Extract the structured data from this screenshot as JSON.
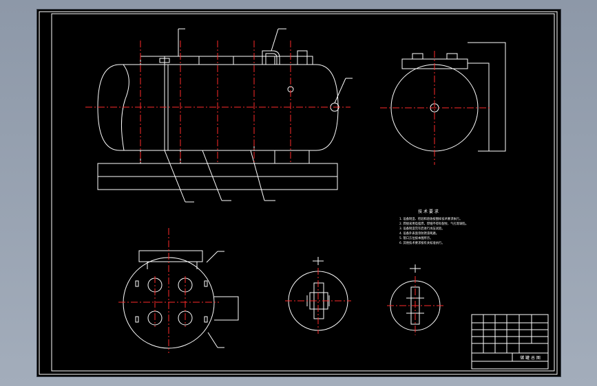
{
  "drawing": {
    "background": "#000000",
    "line_color": "#ffffff",
    "centerline_color": "#ff2a2a",
    "tech_requirements": {
      "title": "技 术 要 求",
      "items": [
        "1. 设备制造、检验和验收按图样技术要求执行。",
        "2. 焊接采用电弧焊，焊缝不得有裂纹、气孔等缺陷。",
        "3. 设备制造完毕后进行水压试验。",
        "4. 设备外表面涂防锈漆两遍。",
        "5. 管口方位按本图所示。",
        "6. 其他技术要求按有关标准执行。"
      ]
    },
    "title_block": {
      "drawing_name": "储 罐 总 图",
      "drawing_no": "",
      "scale": "",
      "sheet": ""
    }
  }
}
